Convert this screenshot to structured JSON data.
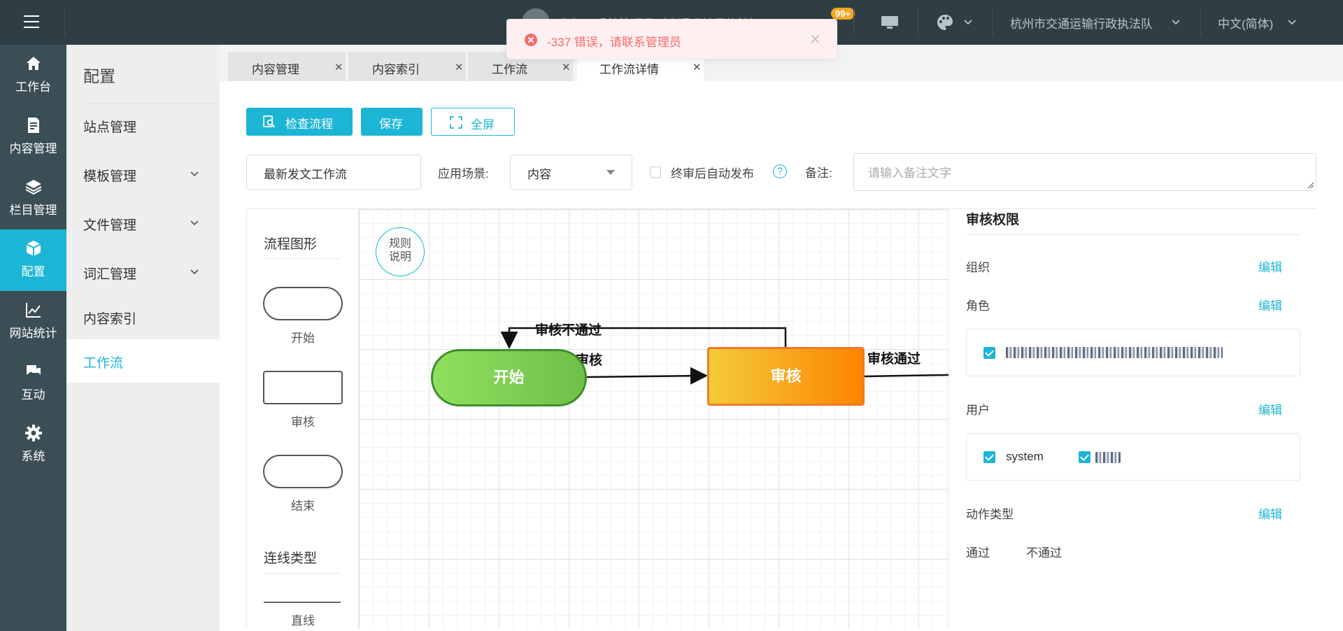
{
  "header": {
    "user_text": "你好，系统管理员（交通运输局执法）",
    "notification_count": "99+",
    "organization": "杭州市交通运输行政执法队",
    "language": "中文(简体)"
  },
  "nav": {
    "items": [
      {
        "label": "工作台",
        "icon": "home-icon"
      },
      {
        "label": "内容管理",
        "icon": "document-icon"
      },
      {
        "label": "栏目管理",
        "icon": "layers-icon"
      },
      {
        "label": "配置",
        "icon": "cube-icon"
      },
      {
        "label": "网站统计",
        "icon": "chart-line-icon"
      },
      {
        "label": "互动",
        "icon": "chat-icon"
      },
      {
        "label": "系统",
        "icon": "gear-icon"
      }
    ],
    "active": "配置"
  },
  "subnav": {
    "title": "配置",
    "items": [
      {
        "label": "站点管理"
      },
      {
        "label": "模板管理"
      },
      {
        "label": "文件管理"
      },
      {
        "label": "词汇管理"
      },
      {
        "label": "内容索引"
      },
      {
        "label": "工作流"
      }
    ],
    "active": "工作流"
  },
  "tabs": [
    {
      "label": "内容管理"
    },
    {
      "label": "内容索引"
    },
    {
      "label": "工作流"
    },
    {
      "label": "工作流详情"
    }
  ],
  "toolbar": {
    "check_label": "检查流程",
    "save_label": "保存",
    "fullscreen_label": "全屏"
  },
  "form": {
    "name_value": "最新发文工作流",
    "scene_label": "应用场景:",
    "scene_value": "内容",
    "auto_publish_label": "终审后自动发布",
    "remark_label": "备注:",
    "remark_placeholder": "请输入备注文字"
  },
  "palette": {
    "shapes_title": "流程图形",
    "shape_start": "开始",
    "shape_review": "审核",
    "shape_end": "结束",
    "lines_title": "连线类型",
    "line_straight": "直线"
  },
  "canvas": {
    "rules_label_1": "规则",
    "rules_label_2": "说明",
    "node_start": "开始",
    "node_review": "审核",
    "edge_reject": "审核不通过",
    "edge_submit": "提交审核",
    "edge_pass": "审核通过"
  },
  "properties": {
    "title": "审核权限",
    "org_label": "组织",
    "role_label": "角色",
    "user_label": "用户",
    "action_label": "动作类型",
    "edit_label": "编辑",
    "user_system": "system",
    "action_pass": "通过",
    "action_reject": "不通过"
  },
  "toast": {
    "message": "-337 错误，请联系管理员"
  },
  "colors": {
    "accent": "#1cb5d5",
    "topbar": "#2f3e44",
    "sidebar": "#3b4d55",
    "error": "#f56c6c"
  }
}
